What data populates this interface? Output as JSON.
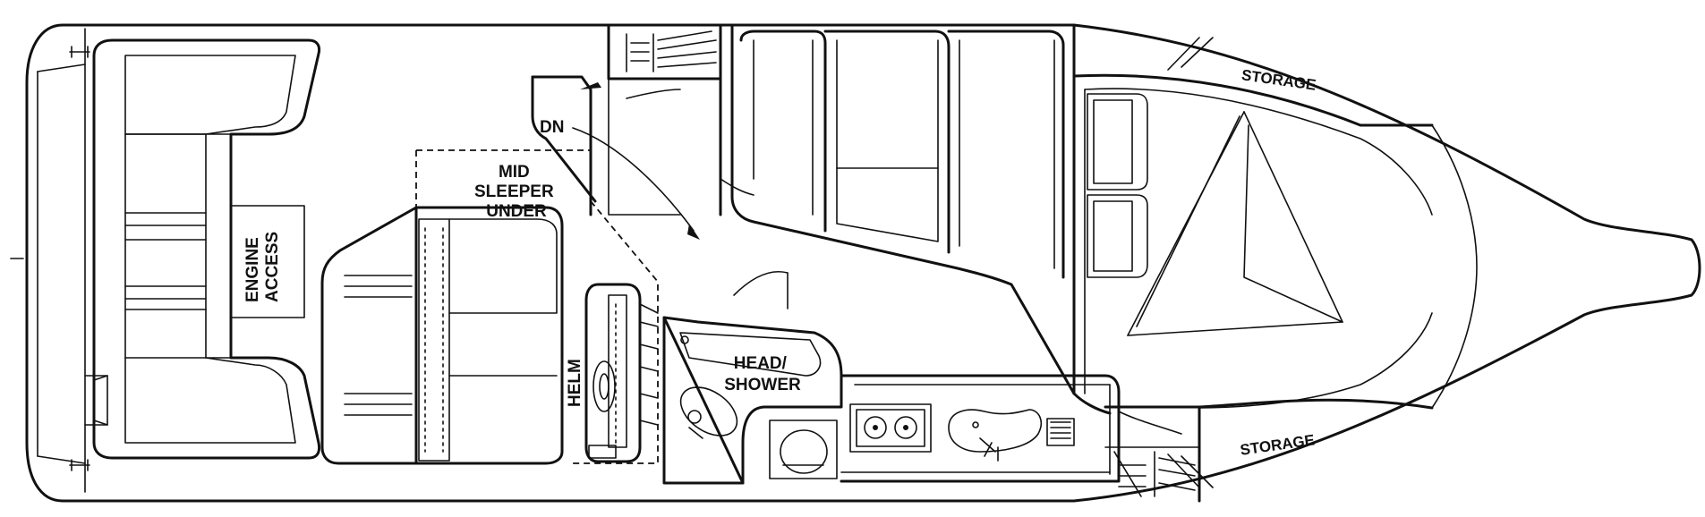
{
  "labels": {
    "engine_access": [
      "ENGINE",
      "ACCESS"
    ],
    "mid_sleeper": [
      "MID",
      "SLEEPER",
      "UNDER"
    ],
    "down": "DN",
    "helm": "HELM",
    "head_shower": [
      "HEAD/",
      "SHOWER"
    ],
    "storage_top": "STORAGE",
    "storage_bottom": "STORAGE"
  }
}
